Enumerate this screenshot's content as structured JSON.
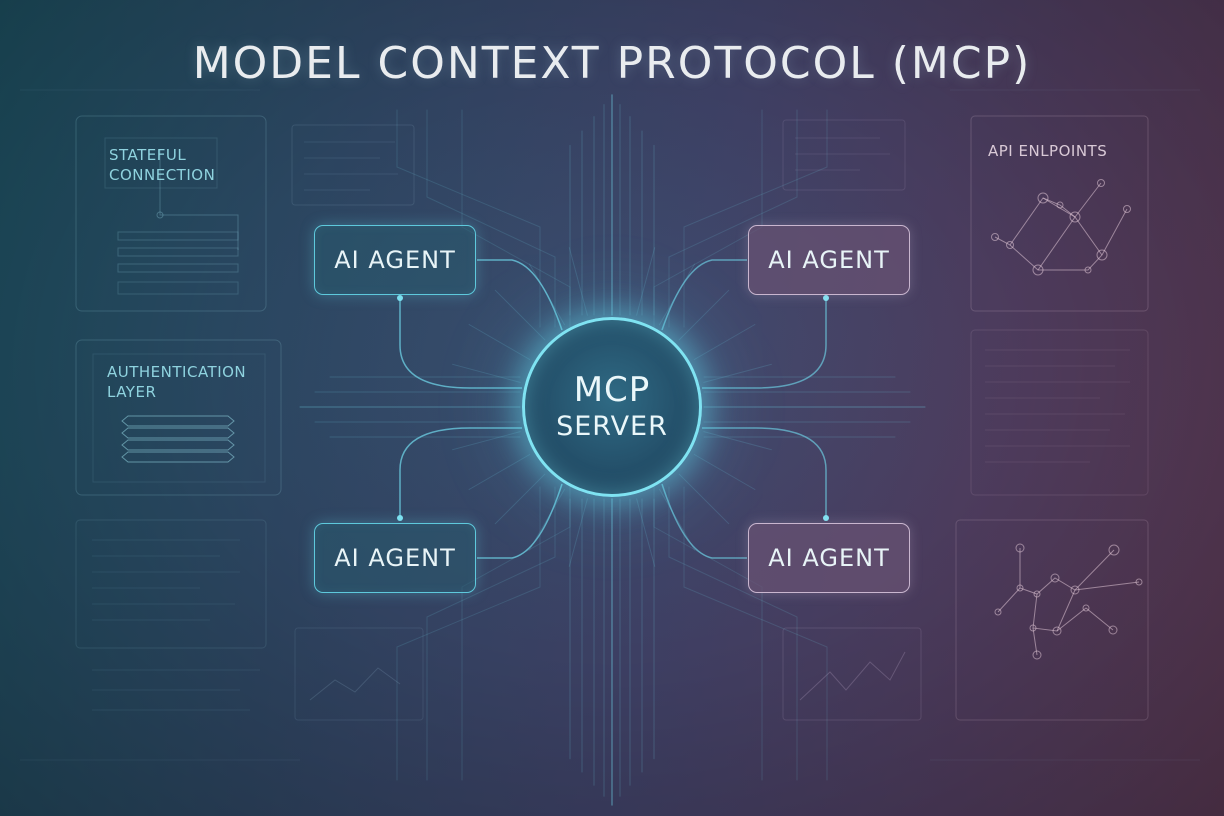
{
  "title": "MODEL CONTEXT PROTOCOL (MCP)",
  "server": {
    "line1": "MCP",
    "line2": "SERVER"
  },
  "agents": [
    {
      "label": "AI AGENT",
      "position": "top-left"
    },
    {
      "label": "AI AGENT",
      "position": "top-right"
    },
    {
      "label": "AI AGENT",
      "position": "bottom-left"
    },
    {
      "label": "AI AGENT",
      "position": "bottom-right"
    }
  ],
  "panels": {
    "stateful": {
      "line1": "STATEFUL",
      "line2": "CONNECTION"
    },
    "auth": {
      "line1": "AUTHENTICATION",
      "line2": "LAYER"
    },
    "api": {
      "label": "API ENLPOINTS"
    }
  },
  "colors": {
    "accent_teal": "#5ec9dc",
    "accent_mauve": "#c9b6cf",
    "glow": "#7fe3f2"
  }
}
